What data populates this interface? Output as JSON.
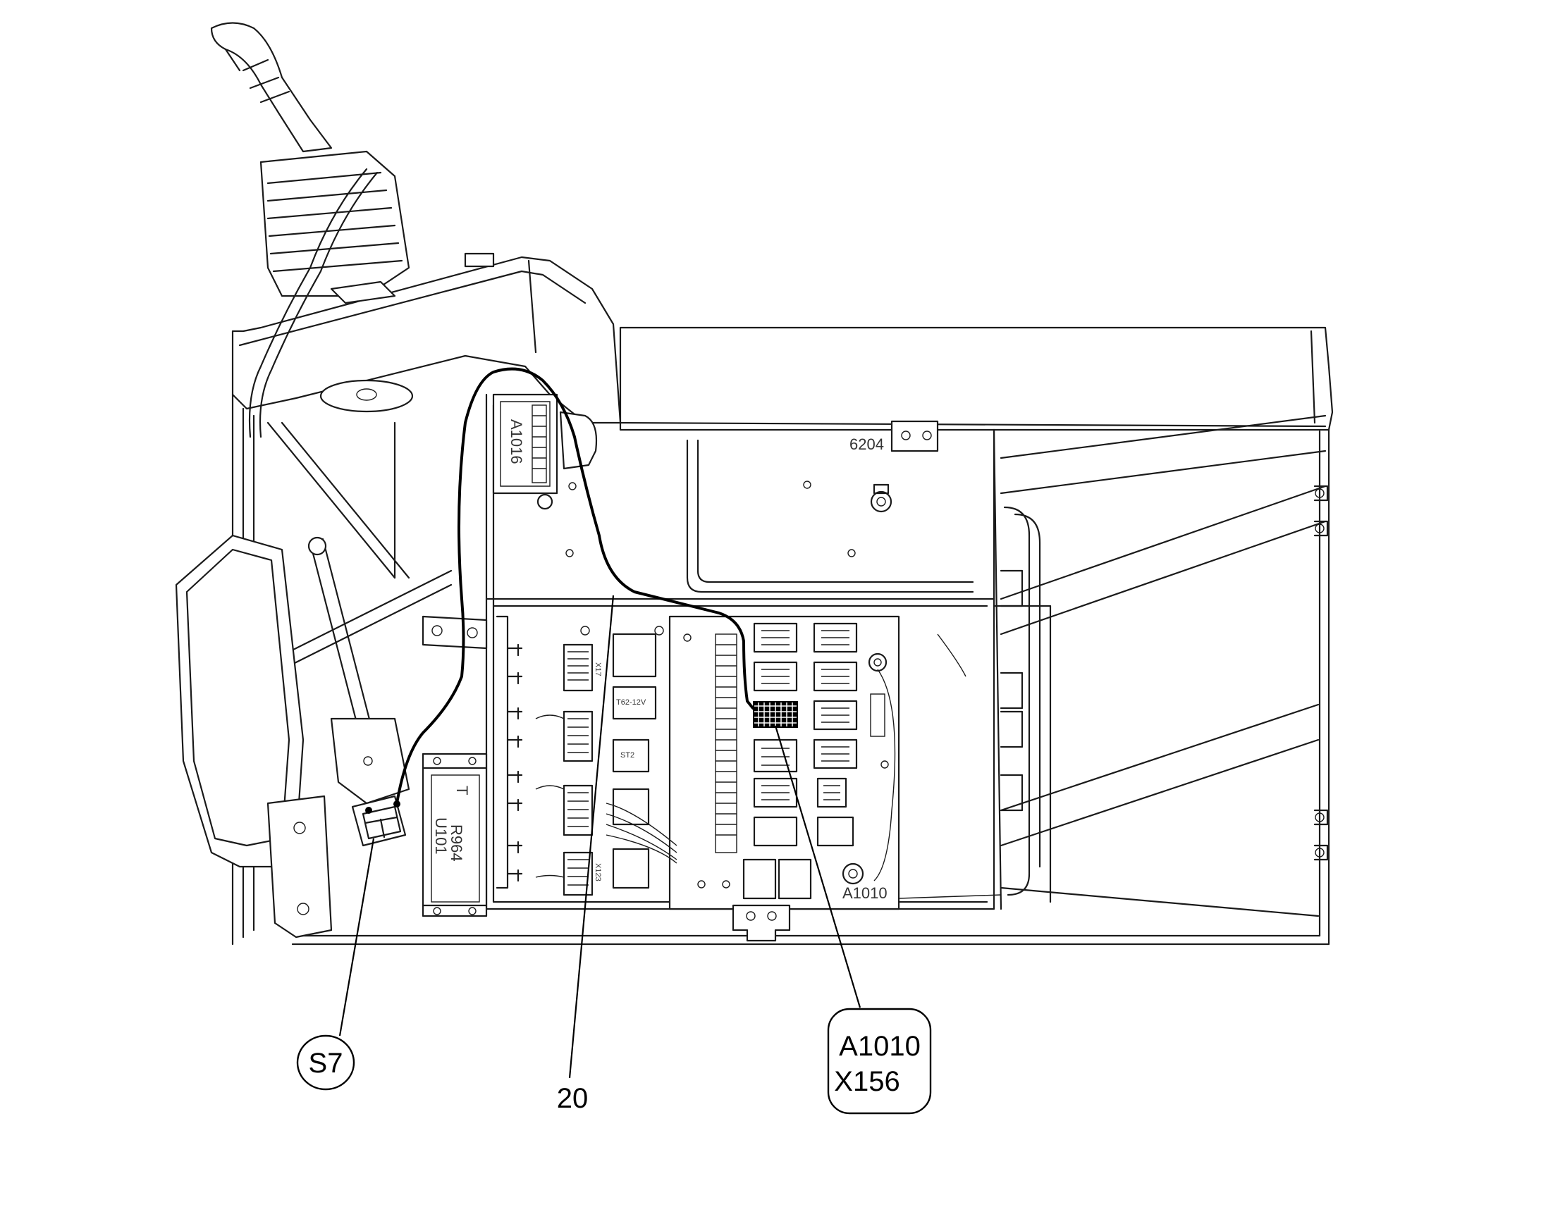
{
  "callouts": {
    "s7": "S7",
    "cable_20": "20",
    "a1010_line1": "A1010",
    "a1010_line2": "X156"
  },
  "board_labels": {
    "a1016": "A1016",
    "u101": "U101",
    "r964": "R964",
    "t": "T",
    "code_6204": "6204",
    "a1010_board": "A1010",
    "x17": "X17",
    "x123": "X123",
    "t62": "T62-12V",
    "st2": "ST2"
  },
  "colors": {
    "line": "#1a1a1a",
    "cable": "#000000",
    "background": "#ffffff"
  }
}
